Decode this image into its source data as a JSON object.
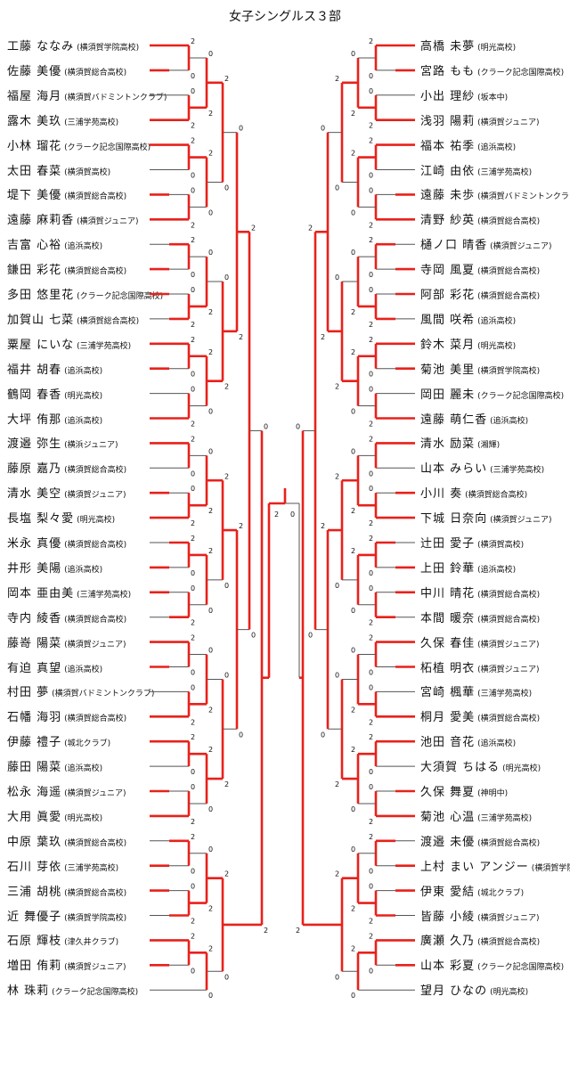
{
  "title": "女子シングルス３部",
  "left_players": [
    {
      "name": "工藤 ななみ",
      "club": "(横須賀学院高校)"
    },
    {
      "name": "佐藤 美優",
      "club": "(横須賀総合高校)"
    },
    {
      "name": "福屋 海月",
      "club": "(横須賀バドミントンクラブ)"
    },
    {
      "name": "露木 美玖",
      "club": "(三浦学苑高校)"
    },
    {
      "name": "小林 瑠花",
      "club": "(クラーク記念国際高校)"
    },
    {
      "name": "太田 春菜",
      "club": "(横須賀高校)"
    },
    {
      "name": "堤下 美優",
      "club": "(横須賀総合高校)"
    },
    {
      "name": "遠藤 麻莉香",
      "club": "(横須賀ジュニア)"
    },
    {
      "name": "吉富 心裕",
      "club": "(追浜高校)"
    },
    {
      "name": "鎌田 彩花",
      "club": "(横須賀総合高校)"
    },
    {
      "name": "多田 悠里花",
      "club": "(クラーク記念国際高校)"
    },
    {
      "name": "加賀山 七菜",
      "club": "(横須賀総合高校)"
    },
    {
      "name": "粟屋 にいな",
      "club": "(三浦学苑高校)"
    },
    {
      "name": "福井 胡春",
      "club": "(追浜高校)"
    },
    {
      "name": "鶴岡 春香",
      "club": "(明光高校)"
    },
    {
      "name": "大坪 侑那",
      "club": "(追浜高校)"
    },
    {
      "name": "渡邉 弥生",
      "club": "(横浜ジュニア)"
    },
    {
      "name": "藤原 嘉乃",
      "club": "(横須賀総合高校)"
    },
    {
      "name": "清水 美空",
      "club": "(横須賀ジュニア)"
    },
    {
      "name": "長塩 梨々愛",
      "club": "(明光高校)"
    },
    {
      "name": "米永 真優",
      "club": "(横須賀総合高校)"
    },
    {
      "name": "井形 美陽",
      "club": "(追浜高校)"
    },
    {
      "name": "岡本 亜由美",
      "club": "(三浦学苑高校)"
    },
    {
      "name": "寺内 綾香",
      "club": "(横須賀総合高校)"
    },
    {
      "name": "藤嵜 陽菜",
      "club": "(横須賀ジュニア)"
    },
    {
      "name": "有迫 真望",
      "club": "(追浜高校)"
    },
    {
      "name": "村田 夢",
      "club": "(横須賀バドミントンクラブ)"
    },
    {
      "name": "石幡 海羽",
      "club": "(横須賀総合高校)"
    },
    {
      "name": "伊藤 禮子",
      "club": "(城北クラブ)"
    },
    {
      "name": "藤田 陽菜",
      "club": "(追浜高校)"
    },
    {
      "name": "松永 海遥",
      "club": "(横須賀ジュニア)"
    },
    {
      "name": "大用 眞愛",
      "club": "(明光高校)"
    },
    {
      "name": "中原 葉玖",
      "club": "(横須賀総合高校)"
    },
    {
      "name": "石川 芽依",
      "club": "(三浦学苑高校)"
    },
    {
      "name": "三浦 胡桃",
      "club": "(横須賀総合高校)"
    },
    {
      "name": "近 舞優子",
      "club": "(横須賀学院高校)"
    },
    {
      "name": "石原 輝枝",
      "club": "(津久井クラブ)"
    },
    {
      "name": "増田 侑莉",
      "club": "(横須賀ジュニア)"
    },
    {
      "name": "林 珠莉",
      "club": "(クラーク記念国際高校)"
    }
  ],
  "right_players": [
    {
      "name": "高橋 未夢",
      "club": "(明光高校)"
    },
    {
      "name": "宮路 もも",
      "club": "(クラーク記念国際高校)"
    },
    {
      "name": "小出 理紗",
      "club": "(坂本中)"
    },
    {
      "name": "浅羽 陽莉",
      "club": "(横須賀ジュニア)"
    },
    {
      "name": "福本 祐季",
      "club": "(追浜高校)"
    },
    {
      "name": "江崎 由依",
      "club": "(三浦学苑高校)"
    },
    {
      "name": "遠藤 未歩",
      "club": "(横須賀バドミントンクラブ)"
    },
    {
      "name": "清野 紗英",
      "club": "(横須賀総合高校)"
    },
    {
      "name": "樋ノ口 晴香",
      "club": "(横須賀ジュニア)"
    },
    {
      "name": "寺岡 風夏",
      "club": "(横須賀総合高校)"
    },
    {
      "name": "阿部 彩花",
      "club": "(横須賀総合高校)"
    },
    {
      "name": "風間 咲希",
      "club": "(追浜高校)"
    },
    {
      "name": "鈴木 菜月",
      "club": "(明光高校)"
    },
    {
      "name": "菊池 美里",
      "club": "(横須賀学院高校)"
    },
    {
      "name": "岡田 麗未",
      "club": "(クラーク記念国際高校)"
    },
    {
      "name": "遠藤 萌仁香",
      "club": "(追浜高校)"
    },
    {
      "name": "清水 励菜",
      "club": "(湘輝)"
    },
    {
      "name": "山本 みらい",
      "club": "(三浦学苑高校)"
    },
    {
      "name": "小川 奏",
      "club": "(横須賀総合高校)"
    },
    {
      "name": "下城 日奈向",
      "club": "(横須賀ジュニア)"
    },
    {
      "name": "辻田 愛子",
      "club": "(横須賀高校)"
    },
    {
      "name": "上田 鈴華",
      "club": "(追浜高校)"
    },
    {
      "name": "中川 晴花",
      "club": "(横須賀総合高校)"
    },
    {
      "name": "本間 暖奈",
      "club": "(横須賀総合高校)"
    },
    {
      "name": "久保 春佳",
      "club": "(横須賀ジュニア)"
    },
    {
      "name": "柘植 明衣",
      "club": "(横須賀ジュニア)"
    },
    {
      "name": "宮崎 楓華",
      "club": "(三浦学苑高校)"
    },
    {
      "name": "桐月 愛美",
      "club": "(横須賀総合高校)"
    },
    {
      "name": "池田 音花",
      "club": "(追浜高校)"
    },
    {
      "name": "大須賀 ちはる",
      "club": "(明光高校)"
    },
    {
      "name": "久保 舞夏",
      "club": "(神明中)"
    },
    {
      "name": "菊池 心温",
      "club": "(三浦学苑高校)"
    },
    {
      "name": "渡邉 未優",
      "club": "(横須賀総合高校)"
    },
    {
      "name": "上村 まい アンジー",
      "club": "(横須賀学院高校)"
    },
    {
      "name": "伊東 愛結",
      "club": "(城北クラブ)"
    },
    {
      "name": "皆藤 小綾",
      "club": "(横須賀ジュニア)"
    },
    {
      "name": "廣瀬 久乃",
      "club": "(横須賀総合高校)"
    },
    {
      "name": "山本 彩夏",
      "club": "(クラーク記念国際高校)"
    },
    {
      "name": "望月 ひなの",
      "club": "(明光高校)"
    }
  ],
  "colors": {
    "win": "#e8211b",
    "lose": "#555555"
  },
  "marks": {
    "win": "2",
    "lose": "0",
    "bye_win": "1",
    "withdrawal": "×"
  }
}
